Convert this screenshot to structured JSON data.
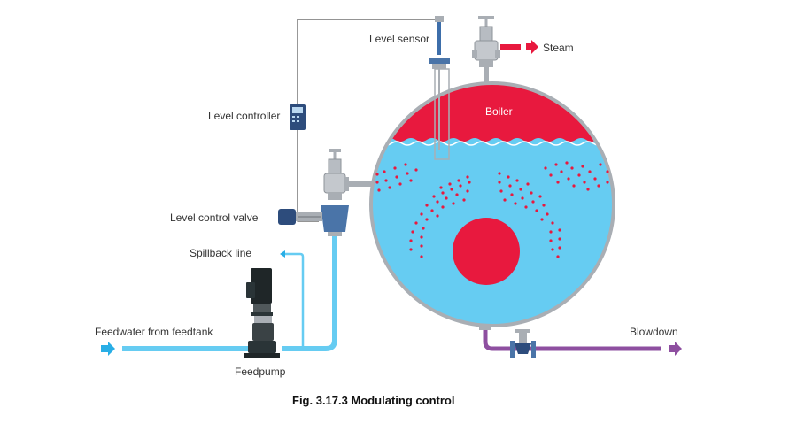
{
  "labels": {
    "level_sensor": "Level sensor",
    "steam": "Steam",
    "level_controller": "Level controller",
    "boiler": "Boiler",
    "level_control_valve": "Level control valve",
    "spillback_line": "Spillback line",
    "feedwater": "Feedwater from feedtank",
    "feedpump": "Feedpump",
    "blowdown": "Blowdown"
  },
  "caption": "Fig. 3.17.3 Modulating control",
  "colors": {
    "water": "#66ccf2",
    "steam": "#e8193e",
    "boiler_shell": "#a9aeb4",
    "pipe_water": "#66ccf2",
    "pipe_blowdown": "#8e4fa0",
    "arrow_feed": "#29aee6",
    "arrow_blowdown": "#8e4fa0",
    "signal_line": "#555555"
  },
  "icons": {
    "level_controller": "controller-icon",
    "feedpump": "pump-icon",
    "valve": "valve-icon"
  }
}
